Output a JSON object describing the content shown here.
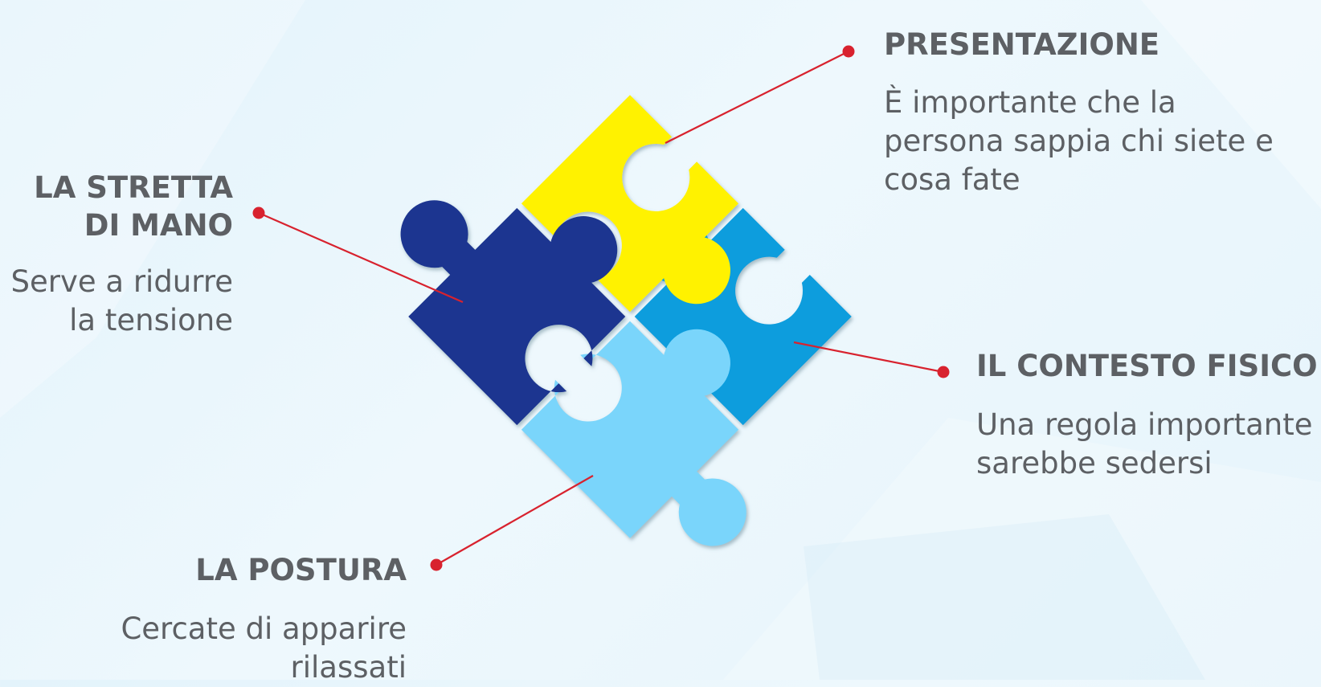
{
  "colors": {
    "piece_top": "#079ddd",
    "piece_left": "#7ad5fb",
    "piece_right": "#fff200",
    "piece_bottom": "#1e3590",
    "leader": "#d8222e",
    "text": "#5d6064"
  },
  "labels": {
    "presentazione": {
      "title": "PRESENTAZIONE",
      "text": "È importante che la\npersona sappia chi siete e\ncosa fate"
    },
    "stretta_di_mano": {
      "title": "LA STRETTA\nDI MANO",
      "text": "Serve a ridurre\nla tensione"
    },
    "contesto_fisico": {
      "title": "IL CONTESTO FISICO",
      "text": "Una regola importante\nsarebbe sedersi"
    },
    "postura": {
      "title": "LA POSTURA",
      "text": "Cercate di apparire\nrilassati"
    }
  }
}
